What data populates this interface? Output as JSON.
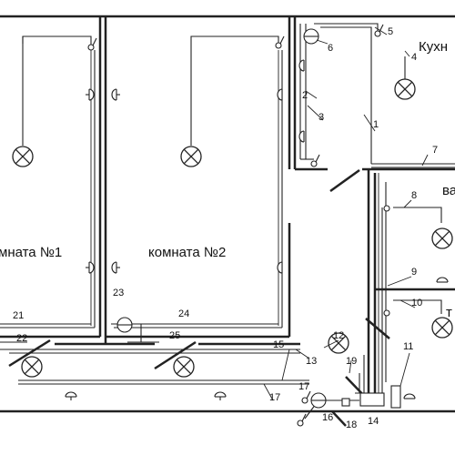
{
  "rooms": {
    "room1": "мната №1",
    "room2": "комната №2",
    "kitchen": "Кухн",
    "bath": "ва",
    "toilet": "т"
  },
  "labels": [
    "1",
    "2",
    "3",
    "4",
    "5",
    "6",
    "7",
    "8",
    "9",
    "10",
    "11",
    "12",
    "13",
    "14",
    "15",
    "16",
    "17",
    "18",
    "19",
    "21",
    "22",
    "23",
    "24",
    "25"
  ]
}
